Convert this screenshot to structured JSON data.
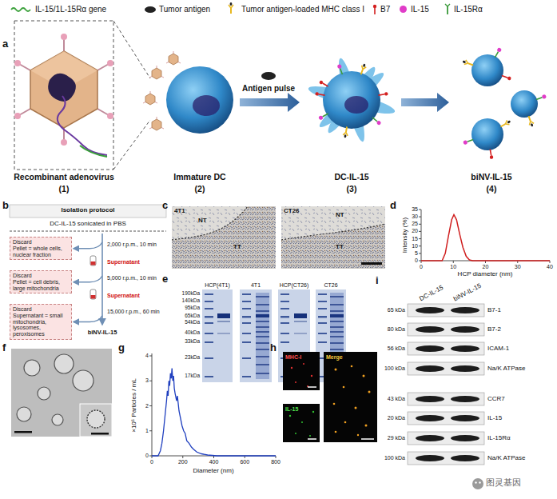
{
  "diagram": {
    "nodes": [
      {
        "text": [
          "Discard",
          "Pellet = whole cells, nuclear fraction"
        ]
      },
      {
        "text": [
          "Discard",
          "Pellet = cell debris, large mitochondria"
        ]
      },
      {
        "text": [
          "Discard",
          "Supernatant = small mitochondria, lysosomes, peroxisomes"
        ]
      }
    ],
    "labels": [
      "a",
      "Recombinant adenovirus",
      "(1)",
      "Immature DC",
      "(2)",
      "Antigen pulse",
      "DC-IL-15",
      "(3)",
      "biNV-IL-15",
      "(4)",
      "b",
      "Isolation protocol",
      "DC-IL-15 sonicated in PBS",
      "2,000 r.p.m., 10 min",
      "Supernatant",
      "5,000 r.p.m., 10 min",
      "Supernatant",
      "15,000 r.p.m., 60 min",
      "biNV-IL-15",
      "c",
      "4T1",
      "NT",
      "TT",
      "CT26",
      "NT",
      "TT",
      "d",
      "Intensity (%)",
      "0",
      "5",
      "10",
      "15",
      "20",
      "25",
      "30",
      "35",
      "0",
      "10",
      "20",
      "30",
      "40",
      "HCP diameter (nm)",
      "e",
      "HCP(4T1)",
      "4T1",
      "HCP(CT26)",
      "CT26",
      "190kDa",
      "140kDa",
      "95kDa",
      "65kDa",
      "54kDa",
      "40kDa",
      "33kDa",
      "23kDa",
      "17kDa",
      "i",
      "DC-IL-15",
      "biNV-IL-15",
      "65 kDa",
      "B7-1",
      "80 kDa",
      "B7-2",
      "56 kDa",
      "ICAM-1",
      "100 kDa",
      "Na/K ATPase",
      "43 kDa",
      "CCR7",
      "20 kDa",
      "IL-15",
      "29 kDa",
      "IL-15Rα",
      "100 kDa",
      "Na/K ATPase",
      "f",
      "g",
      "×10⁶ Particles / mL",
      "0",
      "1",
      "2",
      "3",
      "4",
      "0",
      "200",
      "400",
      "600",
      "800",
      "Diameter (nm)",
      "h",
      "MHC-I",
      "IL-15",
      "Merge",
      "图灵基因"
    ],
    "legend": [
      {
        "text": "IL-15/1L-15Rα gene"
      },
      {
        "text": "Tumor antigen",
        "color": "#222222"
      },
      {
        "text": "Tumor antigen-loaded MHC class I"
      },
      {
        "text": "B7"
      },
      {
        "text": "IL-15",
        "color": "#e03cc8"
      },
      {
        "text": "IL-15Rα"
      }
    ]
  }
}
